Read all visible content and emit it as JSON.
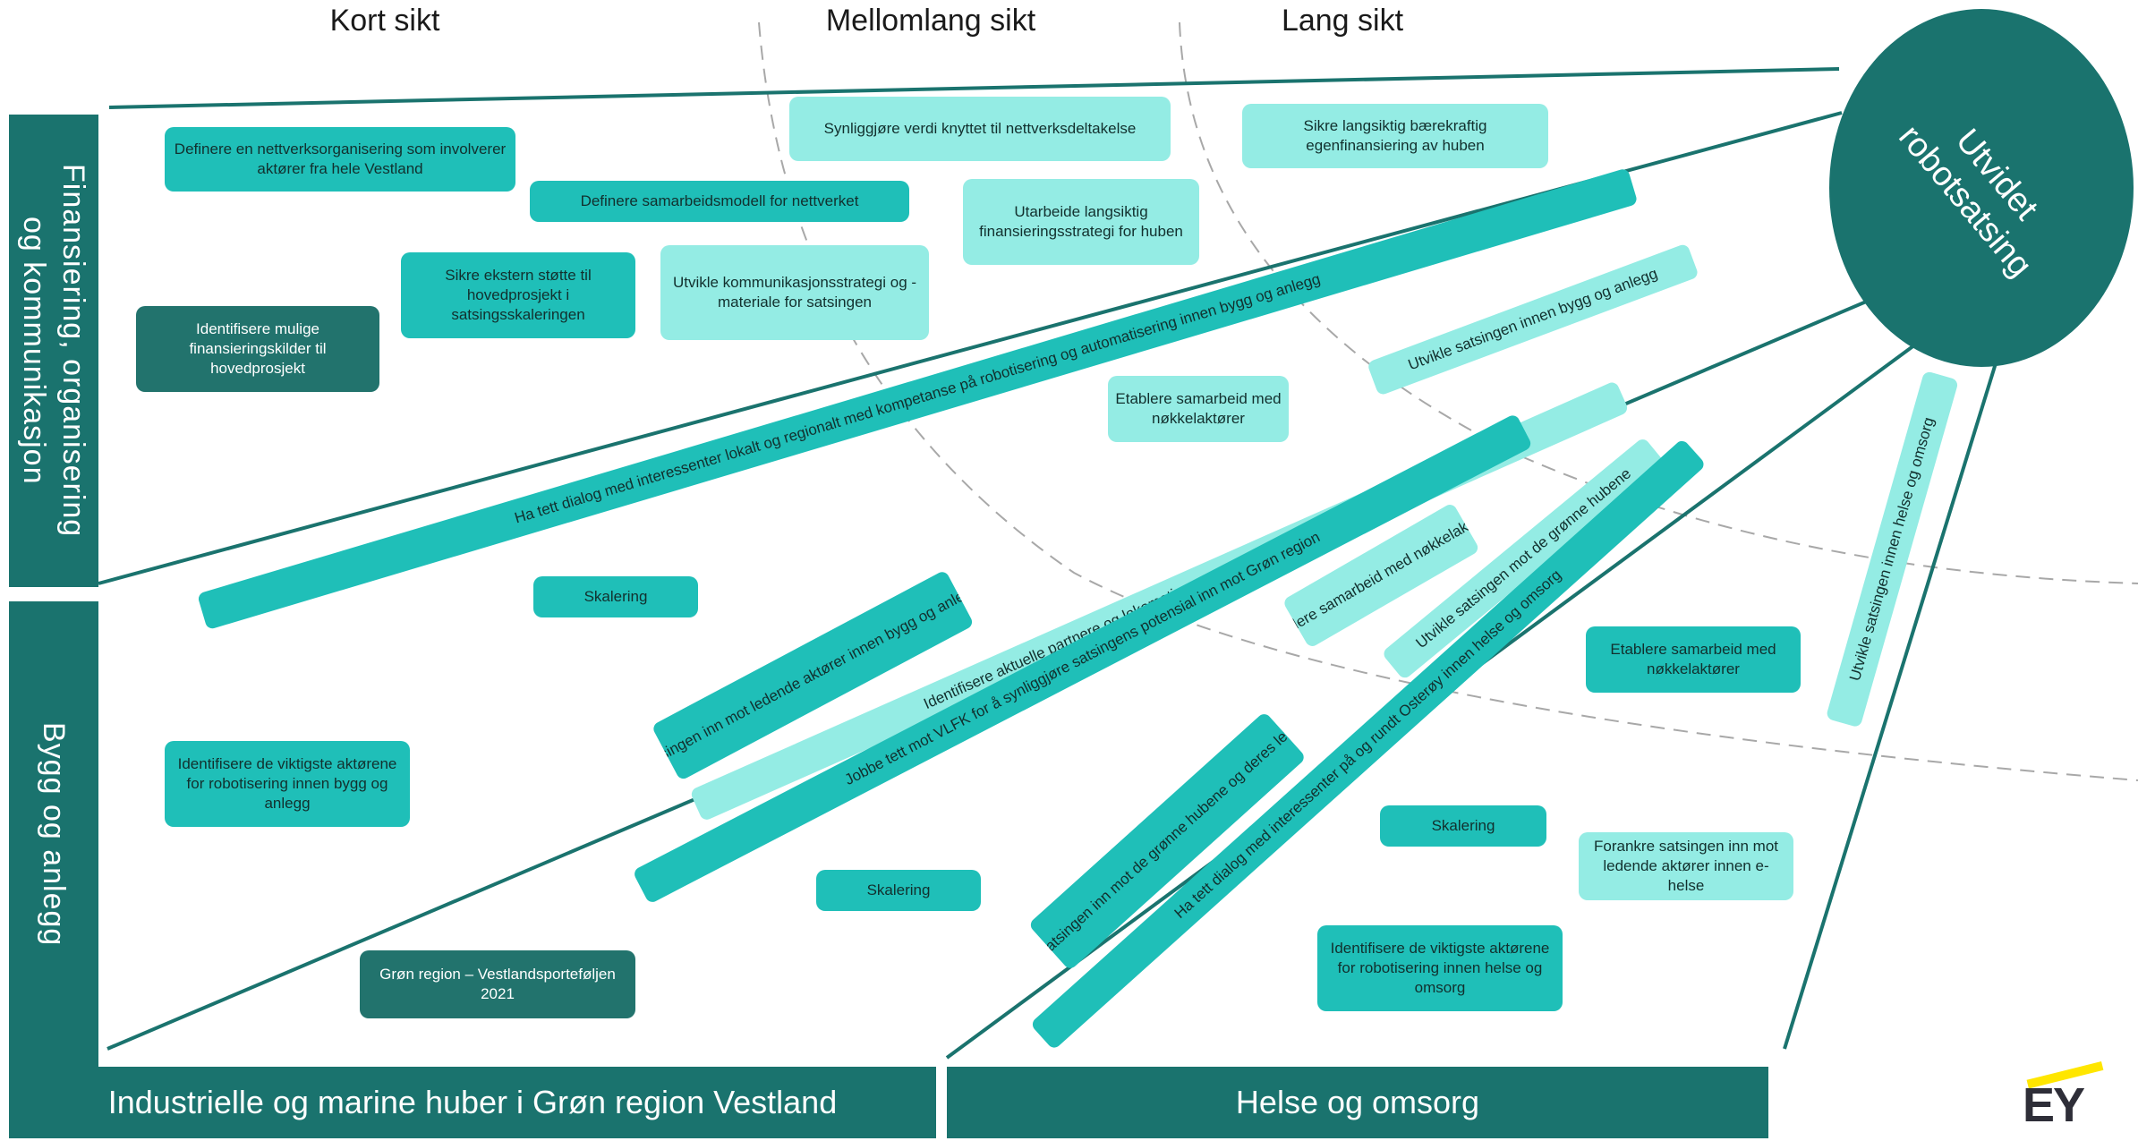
{
  "columns": [
    "Kort sikt",
    "Mellomlang sikt",
    "Lang sikt"
  ],
  "target": "Utvidet\nrobotsatsing",
  "side_bands": {
    "top": "Finansiering, organisering\nog kommunikasjon",
    "middle": "Bygg og anlegg"
  },
  "bottom_bands": {
    "left": "Industrielle og marine huber i Grøn region Vestland",
    "right": "Helse og omsorg"
  },
  "boxes": [
    {
      "id": "b1",
      "text": "Definere en nettverksorganisering som involverer aktører fra hele Vestland",
      "tone": "mid"
    },
    {
      "id": "b2",
      "text": "Definere samarbeidsmodell for nettverket",
      "tone": "mid"
    },
    {
      "id": "b3",
      "text": "Synliggjøre verdi knyttet til nettverksdeltakelse",
      "tone": "light"
    },
    {
      "id": "b4",
      "text": "Sikre langsiktig bærekraftig egenfinansiering av huben",
      "tone": "light"
    },
    {
      "id": "b5",
      "text": "Utarbeide langsiktig finansieringsstrategi for huben",
      "tone": "light"
    },
    {
      "id": "b6",
      "text": "Sikre ekstern støtte til hovedprosjekt i satsingsskaleringen",
      "tone": "mid"
    },
    {
      "id": "b7",
      "text": "Utvikle kommunikasjonsstrategi og -materiale for satsingen",
      "tone": "light"
    },
    {
      "id": "b8",
      "text": "Identifisere mulige finansieringskilder til hovedprosjekt",
      "tone": "dark"
    },
    {
      "id": "b9",
      "text": "Etablere samarbeid med nøkkelaktører",
      "tone": "light"
    },
    {
      "id": "b10",
      "text": "Skalering",
      "tone": "mid"
    },
    {
      "id": "b11",
      "text": "Identifisere de viktigste aktørene for robotisering innen bygg og anlegg",
      "tone": "mid"
    },
    {
      "id": "b12",
      "text": "Skalering",
      "tone": "mid"
    },
    {
      "id": "b13",
      "text": "Grøn region – Vestlandsporteføljen 2021",
      "tone": "dark"
    },
    {
      "id": "b14",
      "text": "Etablere samarbeid med nøkkelaktører",
      "tone": "mid"
    },
    {
      "id": "b15",
      "text": "Skalering",
      "tone": "mid"
    },
    {
      "id": "b16",
      "text": "Forankre satsingen inn mot ledende aktører innen e-helse",
      "tone": "light"
    },
    {
      "id": "b17",
      "text": "Identifisere de viktigste aktørene for robotisering innen helse og omsorg",
      "tone": "mid"
    }
  ],
  "bars": [
    {
      "id": "r1",
      "text": "Ha tett dialog med interessenter lokalt og regionalt med kompetanse på robotisering og automatisering innen bygg og anlegg",
      "tone": "mid"
    },
    {
      "id": "r2",
      "text": "Utvikle satsingen innen bygg og anlegg",
      "tone": "light"
    },
    {
      "id": "r3",
      "text": "Identifisere aktuelle partnere og lokomotiver som satsingen bør knytte seg til",
      "tone": "light"
    },
    {
      "id": "r4",
      "text": "Jobbe tett mot VLFK for å synliggjøre satsingens potensial inn mot Grøn region",
      "tone": "mid"
    },
    {
      "id": "r5",
      "text": "Forankre satsingen inn mot ledende aktører innen bygg og anlegg i Vestland",
      "tone": "mid"
    },
    {
      "id": "r6",
      "text": "Etablere samarbeid med nøkkelaktører",
      "tone": "light"
    },
    {
      "id": "r7",
      "text": "Utvikle satsingen mot de grønne hubene",
      "tone": "light"
    },
    {
      "id": "r8",
      "text": "Forankre satsingen inn mot de grønne hubene og deres leverandører",
      "tone": "mid"
    },
    {
      "id": "r9",
      "text": "Ha tett dialog med interessenter på og rundt Osterøy innen helse og omsorg",
      "tone": "mid"
    },
    {
      "id": "r10",
      "text": "Utvikle satsingen innen helse og omsorg",
      "tone": "light"
    }
  ],
  "colors": {
    "dark_teal": "#1a736e",
    "mid_teal": "#1fbfb8",
    "light_teal": "#94ece4",
    "dark_box": "#22736d",
    "ey_yellow": "#ffe600"
  },
  "logo": "EY"
}
